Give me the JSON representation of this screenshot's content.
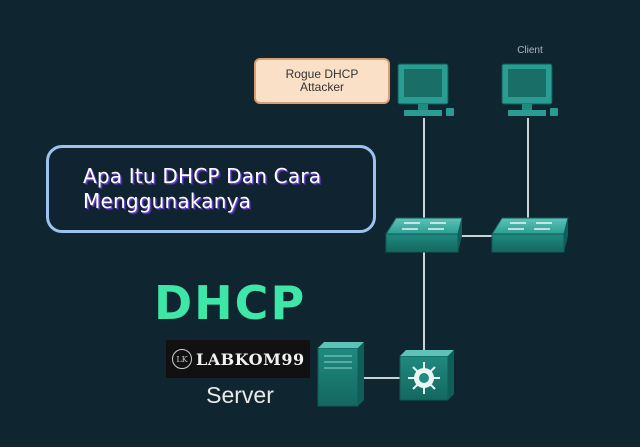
{
  "diagram": {
    "attacker_label_line1": "Rogue DHCP",
    "attacker_label_line2": "Attacker",
    "client_label": "Client",
    "server_label": "Server"
  },
  "banner": {
    "title_line1": "Apa Itu DHCP Dan Cara",
    "title_line2": "Menggunakanya",
    "heading": "DHCP"
  },
  "brand": {
    "logo_text": "LK",
    "name": "LABKOM99"
  },
  "colors": {
    "background": "#0f2530",
    "device_teal": "#1f8f86",
    "heading_green": "#3ee6a8",
    "title_border": "#9dc2ee",
    "attacker_fill": "#fbe0c8"
  }
}
